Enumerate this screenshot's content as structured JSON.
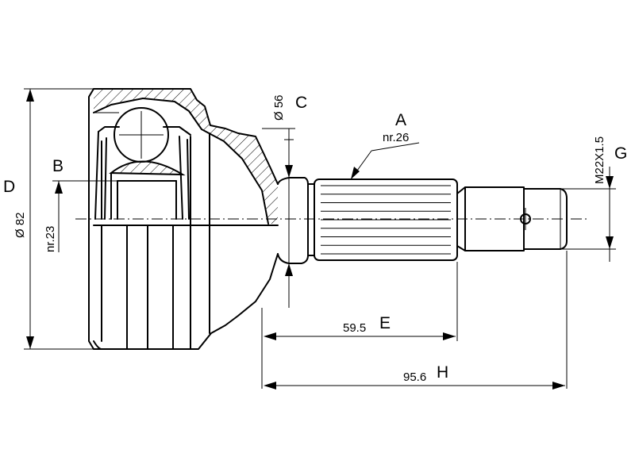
{
  "labels": {
    "A": "A",
    "B": "B",
    "C": "C",
    "D": "D",
    "E": "E",
    "G": "G",
    "H": "H"
  },
  "dimensions": {
    "A_value": "nr.26",
    "B_value": "nr.23",
    "C_value": "Ø 56",
    "D_value": "Ø 82",
    "E_value": "59.5",
    "G_value": "M22X1.5",
    "H_value": "95.6"
  }
}
